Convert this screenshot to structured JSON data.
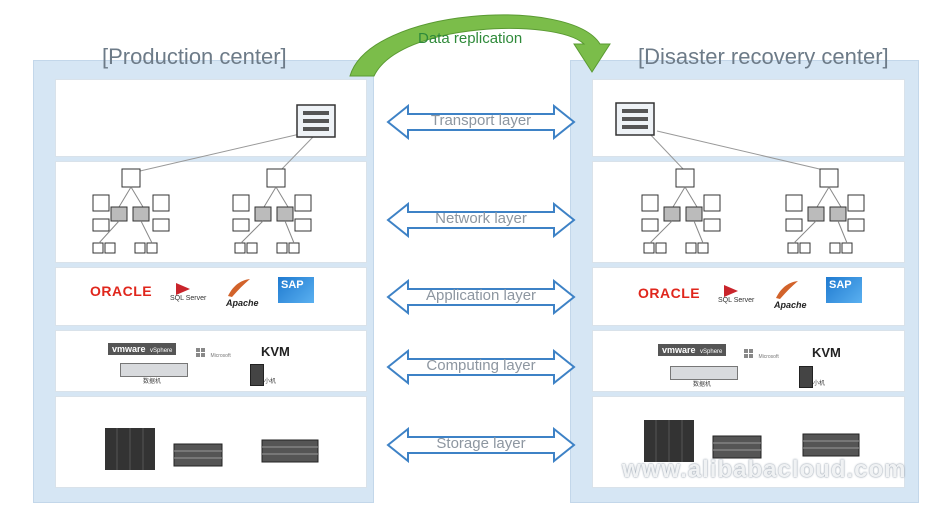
{
  "replication": {
    "label": "Data replication",
    "color": "#6cb33f"
  },
  "production": {
    "title": "[Production center]"
  },
  "dr": {
    "title": "[Disaster recovery center]"
  },
  "layers": [
    {
      "label": "Transport layer"
    },
    {
      "label": "Network layer"
    },
    {
      "label": "Application layer"
    },
    {
      "label": "Computing layer"
    },
    {
      "label": "Storage layer"
    }
  ],
  "applications": {
    "oracle": "ORACLE",
    "sqlserver": "SQL Server",
    "apache": "Apache",
    "sap": "SAP"
  },
  "computing": {
    "vmware": "vmware",
    "vmware_sub": "vSphere",
    "microsoft": "Microsoft",
    "kvm": "KVM",
    "server_caption": "数据机",
    "tower_caption": "小机"
  },
  "watermark": "www.alibabacloud.com",
  "colors": {
    "panel": "#d6e6f4",
    "arrow": "#3e82c6",
    "title": "#6d7b88"
  }
}
